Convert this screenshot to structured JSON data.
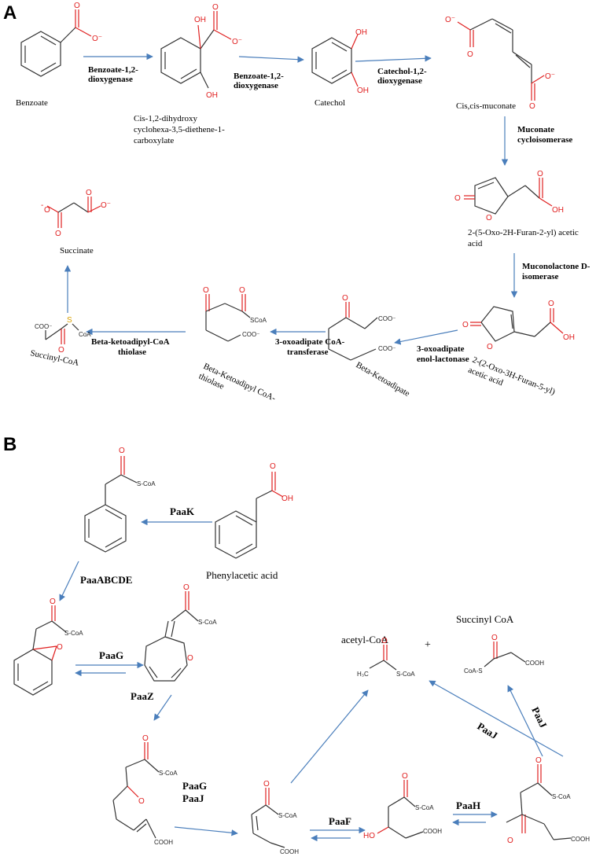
{
  "panels": {
    "a": "A",
    "b": "B"
  },
  "pathway_a": {
    "compounds": {
      "benzoate": "Benzoate",
      "dihydroxy_1": "Cis-1,2-dihydroxy",
      "dihydroxy_2": "cyclohexa-3,5-diethene-1-",
      "dihydroxy_3": "carboxylate",
      "catechol": "Catechol",
      "muconate": "Cis,cis-muconate",
      "muconolactone_1": "2-(5-Oxo-2H-Furan-2-yl) acetic",
      "muconolactone_2": "acid",
      "enollactone_1": "2-(2-Oxo-3H-Furan-5-yl)",
      "enollactone_2": "acetic acid",
      "ketoadipate": "Beta-Ketoadipate",
      "ketoadipyl_coa_1": "Beta-Ketoadipyl CoA-",
      "ketoadipyl_coa_2": "thiolase",
      "succinyl_coa": "Succinyl-CoA",
      "succinate": "Succinate"
    },
    "enzymes": {
      "benzoate_dioxygenase_1": "Benzoate-1,2-",
      "benzoate_dioxygenase_2": "dioxygenase",
      "benzoate_dioxygenase_b1": "Benzoate-1,2-",
      "benzoate_dioxygenase_b2": "dioxygenase",
      "catechol_dioxygenase_1": "Catechol-1,2-",
      "catechol_dioxygenase_2": "dioxygenase",
      "muconate_cycloisomerase_1": "Muconate",
      "muconate_cycloisomerase_2": "cycloisomerase",
      "muconolactone_isomerase_1": "Muconolactone D-",
      "muconolactone_isomerase_2": "isomerase",
      "enol_lactonase_1": "3-oxoadipate",
      "enol_lactonase_2": "enol-lactonase",
      "coa_transferase_1": "3-oxoadipate CoA-",
      "coa_transferase_2": "transferase",
      "ketoadipyl_thiolase_1": "Beta-ketoadipyl-CoA",
      "ketoadipyl_thiolase_2": "thiolase"
    }
  },
  "pathway_b": {
    "compounds": {
      "phenylacetic_acid": "Phenylacetic acid",
      "acetyl_coa": "acetyl-CoA",
      "plus": "+",
      "succinyl_coa": "Succinyl CoA"
    },
    "enzymes": {
      "paak": "PaaK",
      "paaabcde": "PaaABCDE",
      "paag": "PaaG",
      "paaz": "PaaZ",
      "paag2": "PaaG",
      "paaj": "PaaJ",
      "paaf": "PaaF",
      "paah": "PaaH",
      "paaj_diag": "PaaJ",
      "paaj_right": "PaaJ"
    }
  },
  "atoms": {
    "o": "O",
    "o_minus": "O⁻",
    "oh": "OH",
    "s": "S",
    "s_coa": "S-CoA",
    "coa_s": "CoA-S",
    "scoa": "SCoA",
    "coa": "CoA",
    "coo_minus": "COO⁻",
    "cooh": "COOH",
    "h3c": "H₃C",
    "ho": "HO",
    "minus": "-"
  },
  "colors": {
    "arrow": "#4a7ebb",
    "oxygen": "#e02020",
    "sulfur": "#d8a000",
    "bond": "#333333"
  },
  "icons": {
    "reaction_arrow": "arrow-icon",
    "benzene_ring": "benzene-ring-icon"
  }
}
